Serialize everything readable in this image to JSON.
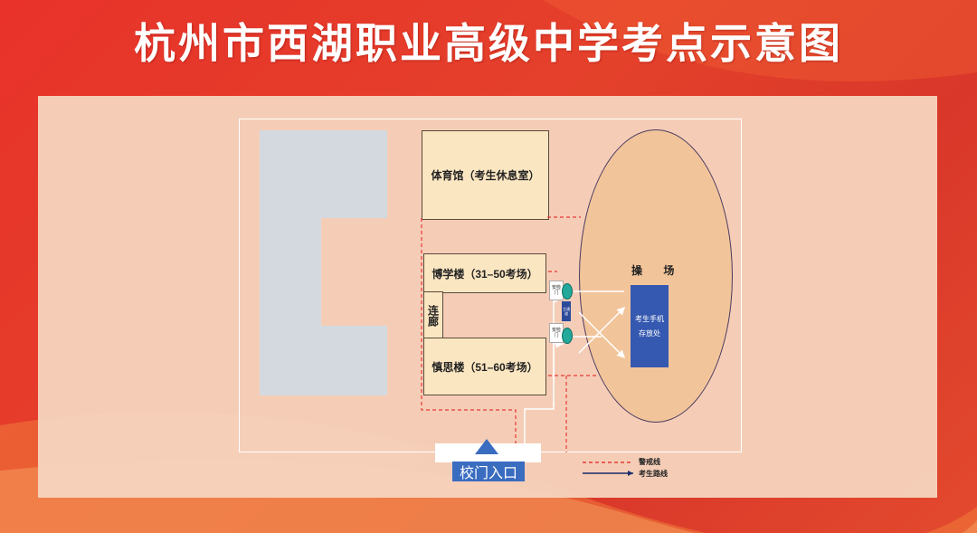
{
  "title": "杭州市西湖职业高级中学考点示意图",
  "buildings": {
    "gym": "体育馆（考生休息室）",
    "boxue": "博学楼（31–50考场）",
    "shensi": "慎思楼（51–60考场）",
    "corridor": "连廊"
  },
  "field": {
    "label": "操 场",
    "phone_storage_line1": "考生手机",
    "phone_storage_line2": "存放处"
  },
  "security_gate": "安检门",
  "blue_bar_text": "主通道",
  "entrance": "校门入口",
  "legend": {
    "warning_line": "警戒线",
    "candidate_route": "考生路线"
  },
  "colors": {
    "background_red": "#e4412b",
    "panel": "#f6d3bd",
    "building_fill": "#fbe6c2",
    "field_fill": "#f2c49a",
    "phone_box": "#3559b0",
    "entrance": "#3a6cc0",
    "warning_line": "#e53935",
    "route_line": "#1a2b6b",
    "gray_building": "#d4d9e0",
    "check_icon": "#23a99b"
  }
}
